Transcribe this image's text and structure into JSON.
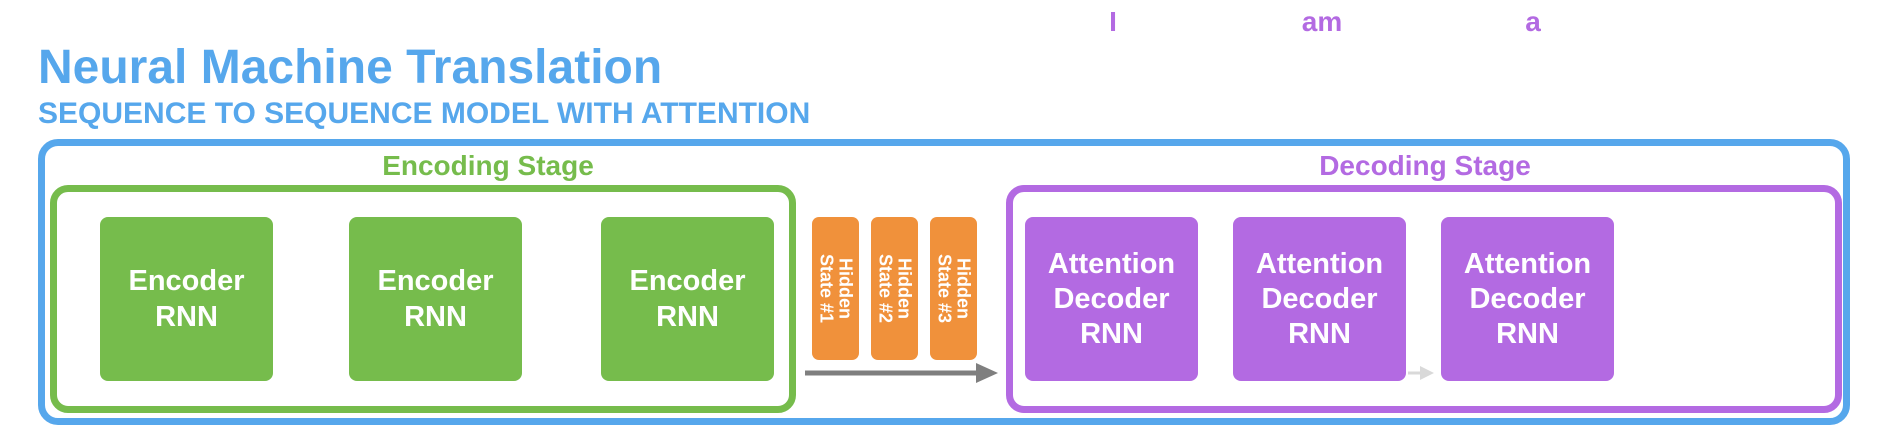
{
  "output_words": [
    "I",
    "am",
    "a"
  ],
  "title": "Neural Machine Translation",
  "subtitle": "SEQUENCE TO SEQUENCE MODEL WITH ATTENTION",
  "encoding_stage": {
    "label": "Encoding Stage",
    "encoders": [
      {
        "line1": "Encoder",
        "line2": "RNN"
      },
      {
        "line1": "Encoder",
        "line2": "RNN"
      },
      {
        "line1": "Encoder",
        "line2": "RNN"
      }
    ]
  },
  "hidden_states": [
    {
      "line1": "Hidden",
      "line2": "State #1"
    },
    {
      "line1": "Hidden",
      "line2": "State #2"
    },
    {
      "line1": "Hidden",
      "line2": "State #3"
    }
  ],
  "decoding_stage": {
    "label": "Decoding Stage",
    "decoders": [
      {
        "line1": "Attention",
        "line2": "Decoder",
        "line3": "RNN"
      },
      {
        "line1": "Attention",
        "line2": "Decoder",
        "line3": "RNN"
      },
      {
        "line1": "Attention",
        "line2": "Decoder",
        "line3": "RNN"
      }
    ]
  },
  "colors": {
    "blue": "#56A7EC",
    "green": "#76BC4C",
    "purple": "#B36AE2",
    "orange": "#F0913B",
    "gray_arrow": "#7F7F7F",
    "light_gray_arrow": "#D9D9D9"
  }
}
